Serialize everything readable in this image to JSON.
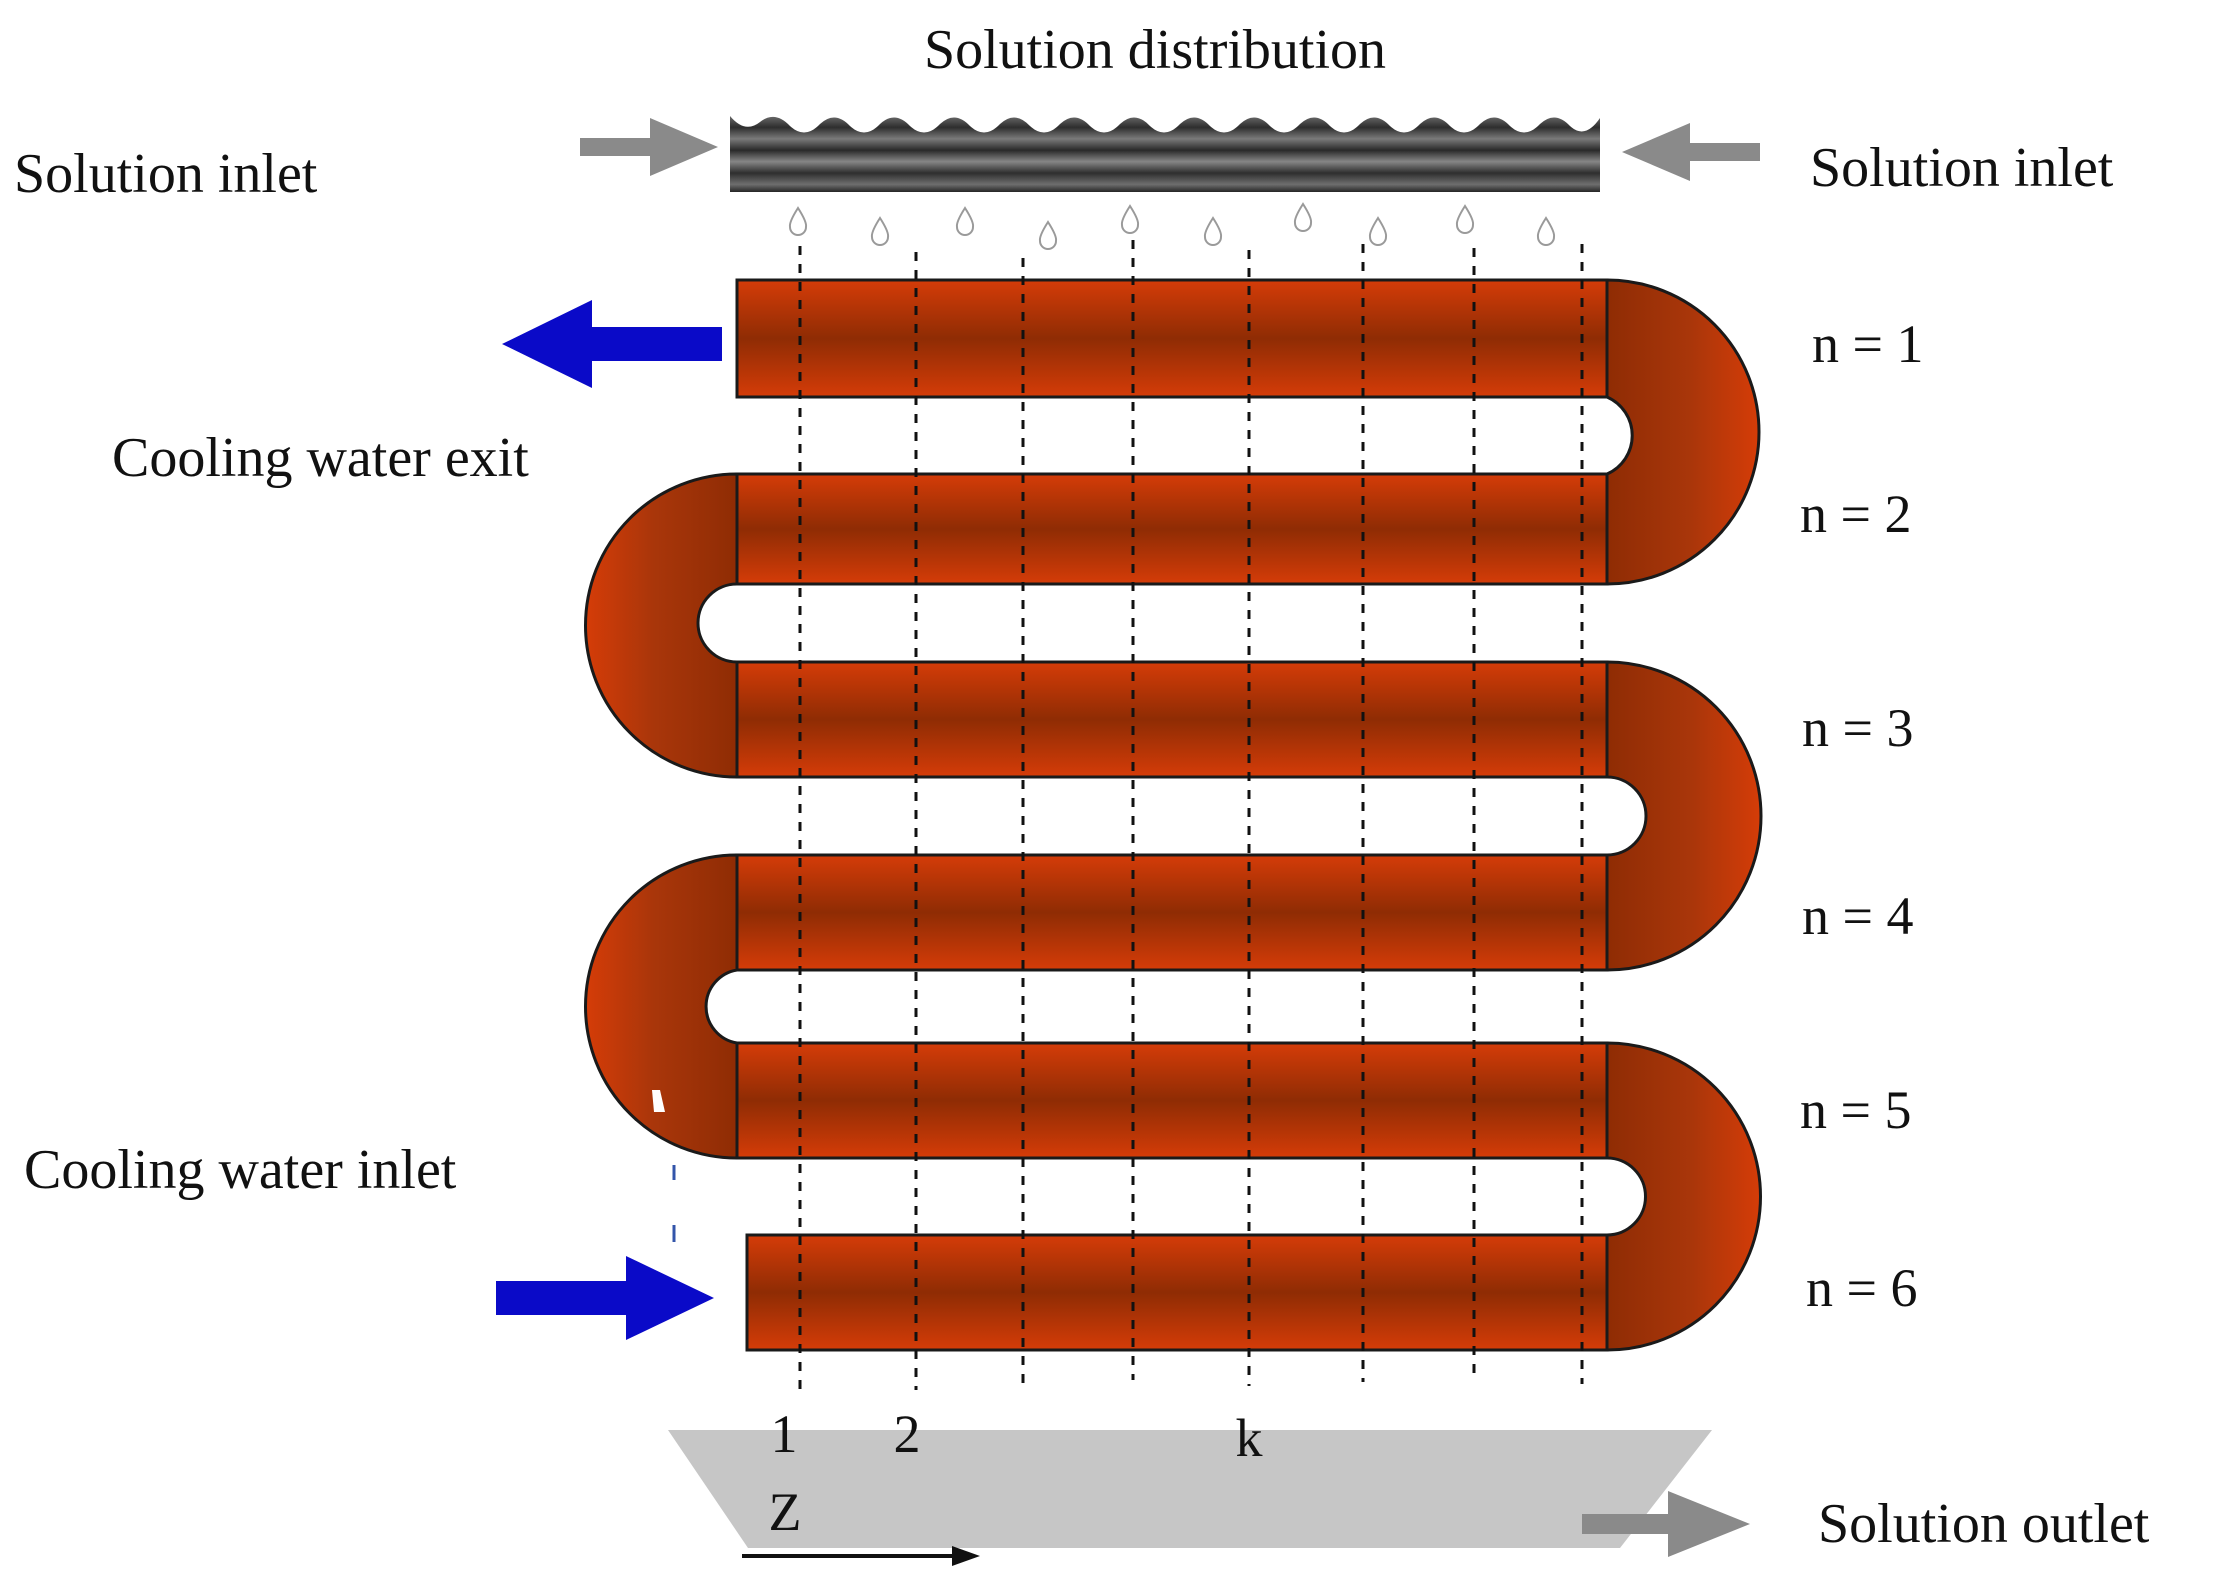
{
  "labels": {
    "solution_distribution": "Solution distribution",
    "solution_inlet_left": "Solution inlet",
    "solution_inlet_right": "Solution inlet",
    "cooling_water_exit": "Cooling water exit",
    "cooling_water_inlet": "Cooling water inlet",
    "solution_outlet": "Solution outlet",
    "z_axis": "Z"
  },
  "rows": [
    "n = 1",
    "n = 2",
    "n = 3",
    "n = 4",
    "n = 5",
    "n = 6"
  ],
  "segment_indices": [
    "1",
    "2",
    "k"
  ],
  "colors": {
    "tube_dark": "#8f2c04",
    "tube_light": "#d53c08",
    "cooling_arrow": "#0a0ac8",
    "solution_arrow": "#8a8a8a",
    "tray": "#c6c6c6",
    "distributor": "#3a3a3a"
  }
}
